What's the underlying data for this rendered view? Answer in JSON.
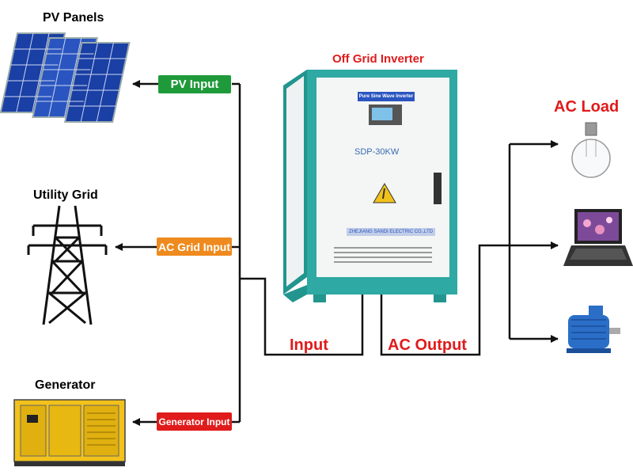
{
  "sources": {
    "pv_panels": "PV Panels",
    "utility_grid": "Utility Grid",
    "generator": "Generator"
  },
  "inputs": {
    "pv_input": "PV Input",
    "ac_grid_input": "AC Grid Input",
    "generator_input": "Generator Input"
  },
  "inverter": {
    "title": "Off Grid Inverter",
    "panel_label": "Pure Sine Wave Inverter",
    "model": "SDP-30KW",
    "maker": "ZHEJIANG SANDI ELECTRIC CO.,LTD"
  },
  "flow": {
    "input": "Input",
    "ac_output": "AC Output"
  },
  "load": {
    "title": "AC Load"
  },
  "colors": {
    "pv_tag": "#1f9a3a",
    "grid_tag": "#ee8a1e",
    "gen_tag": "#e01b1b",
    "inverter_body": "#2ea9a3",
    "accent_red": "#e01b1b"
  }
}
